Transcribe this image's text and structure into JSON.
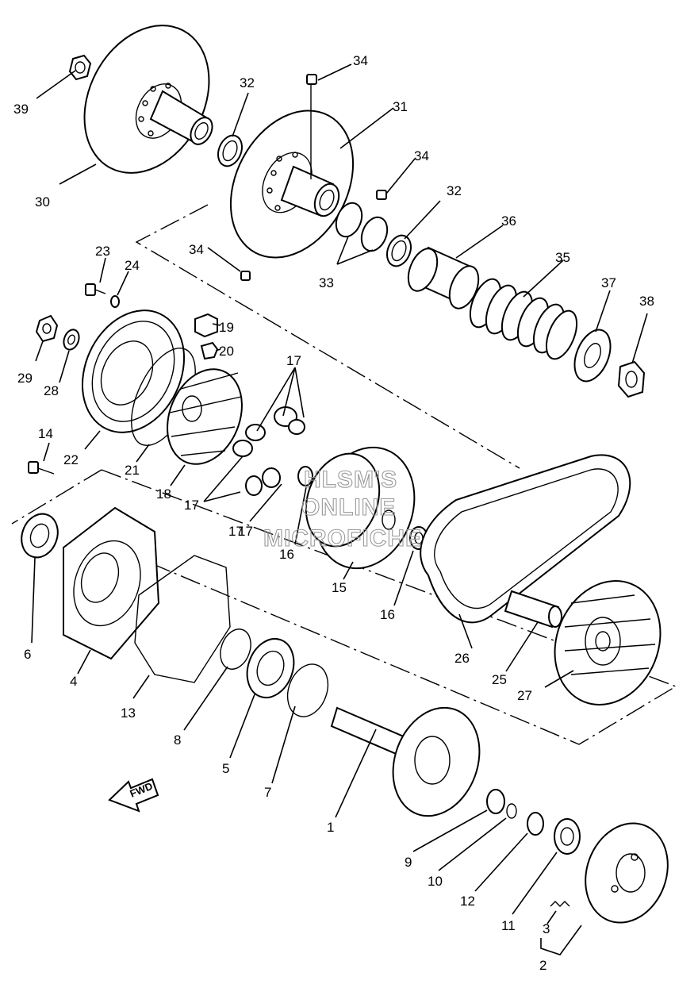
{
  "diagram": {
    "watermark": [
      "HLSM'S",
      "ONLINE",
      "MICROFICHE"
    ],
    "direction_label": "FWD",
    "callouts": [
      "1",
      "2",
      "3",
      "4",
      "5",
      "6",
      "7",
      "8",
      "9",
      "10",
      "11",
      "12",
      "13",
      "14",
      "15",
      "16",
      "16",
      "17",
      "17",
      "17",
      "17",
      "18",
      "19",
      "20",
      "21",
      "22",
      "23",
      "24",
      "25",
      "26",
      "27",
      "28",
      "29",
      "30",
      "31",
      "32",
      "32",
      "33",
      "34",
      "34",
      "34",
      "35",
      "36",
      "37",
      "38",
      "39"
    ]
  }
}
